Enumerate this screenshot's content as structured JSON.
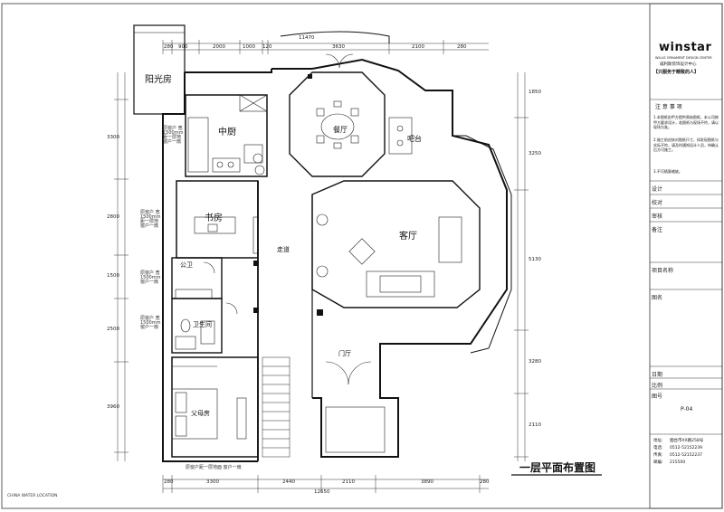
{
  "drawing": {
    "title": "一层平面布置图",
    "legend_note": "CHINA WATER LOCATION",
    "total_width": "12650",
    "total_top": "11470"
  },
  "rooms": {
    "sunroom": "阳光房",
    "kitchen": "中厨",
    "dining": "餐厅",
    "bar": "吧台",
    "study": "书房",
    "corridor": "走道",
    "living": "客厅",
    "bath_public": "公卫",
    "bath": "卫生间",
    "foyer": "门厅",
    "parents": "父母房"
  },
  "notes": {
    "kitchen_side": "原窗户 宽 1500mm 距一层地 窗户一扇",
    "study_side": "原窗户 宽 1500mm 距一层地 窗户一扇",
    "bath_side1": "原窗户 宽 1500mm 窗户一扇",
    "bath_side2": "原窗户 宽 1500mm 窗户一扇",
    "bottom": "原窗户距一层地面 窗户一扇"
  },
  "dims_top": [
    "280",
    "900",
    "2000",
    "1000",
    "120",
    "3630",
    "2100",
    "280"
  ],
  "dims_bottom": [
    "280",
    "3300",
    "2440",
    "2110",
    "3890",
    "280"
  ],
  "dims_left": [
    "3300",
    "2800",
    "1500",
    "2500",
    "3960"
  ],
  "dims_right": [
    "1850",
    "3250",
    "5130",
    "3280",
    "2110"
  ],
  "title_block": {
    "brand": "winstar",
    "brand_sub": "WILLIS ORNAMENT DESIGN CENTER",
    "brand_cn": "威利斯装饰设计中心",
    "slogan": "【只服务于精致的人】",
    "notes_head": "注 意 事 项",
    "note1": "1.本图纸由甲方提供原始图纸，本公司按甲方要求设计，若图纸与现场不符，请以现场为准。",
    "note2": "2.施工前应核对图纸尺寸，如发现图纸与实际不符，请及时通知设计人员，待确认后方可施工。",
    "note3": "3.不可随意缩放。",
    "rows": [
      "设计",
      "校对",
      "审核",
      "备注",
      "项目名称",
      "图名",
      "日期",
      "比例",
      "图号"
    ],
    "sheet_no": "P-04",
    "addr_label": "地址:",
    "addr": "烟台市XX路258号",
    "tel1_label": "电话:",
    "tel1": "0512-52152239",
    "tel2_label": "传真:",
    "tel2": "0512-52152237",
    "post_label": "邮编:",
    "post": "215500"
  },
  "colors": {
    "line": "#1a1a1a",
    "accent": "#222222"
  }
}
